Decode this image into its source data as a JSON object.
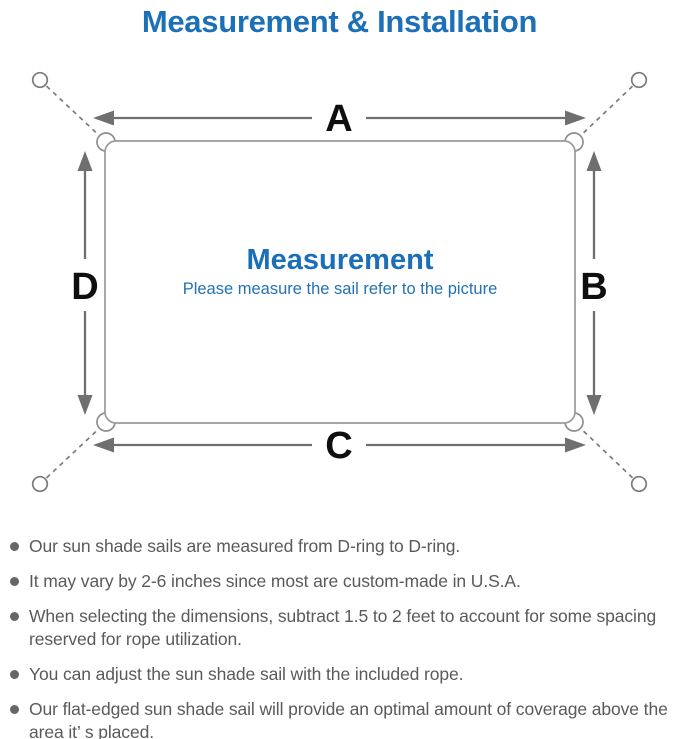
{
  "title": {
    "text": "Measurement & Installation",
    "color": "#1c70b8"
  },
  "diagram": {
    "labels": {
      "top": "A",
      "right": "B",
      "bottom": "C",
      "left": "D"
    },
    "center_title": "Measurement",
    "center_subtitle": "Please measure the sail refer to the picture",
    "colors": {
      "arrow_gray": "#6f6f6f",
      "outline_gray": "#979797",
      "label_black": "#0f0f0f",
      "center_blue": "#1a6fb8"
    }
  },
  "bullets": {
    "items": [
      {
        "text": "Our sun shade sails are measured from D-ring to D-ring."
      },
      {
        "text": "It may vary by 2-6 inches since most are custom-made in U.S.A."
      },
      {
        "text": "When selecting the dimensions, subtract 1.5 to 2 feet to account for some spacing reserved for rope utilization."
      },
      {
        "text": "You can adjust the sun shade sail with the included rope."
      },
      {
        "text": "Our flat-edged sun shade sail will provide an optimal amount of coverage above the area it’ s placed."
      }
    ]
  }
}
